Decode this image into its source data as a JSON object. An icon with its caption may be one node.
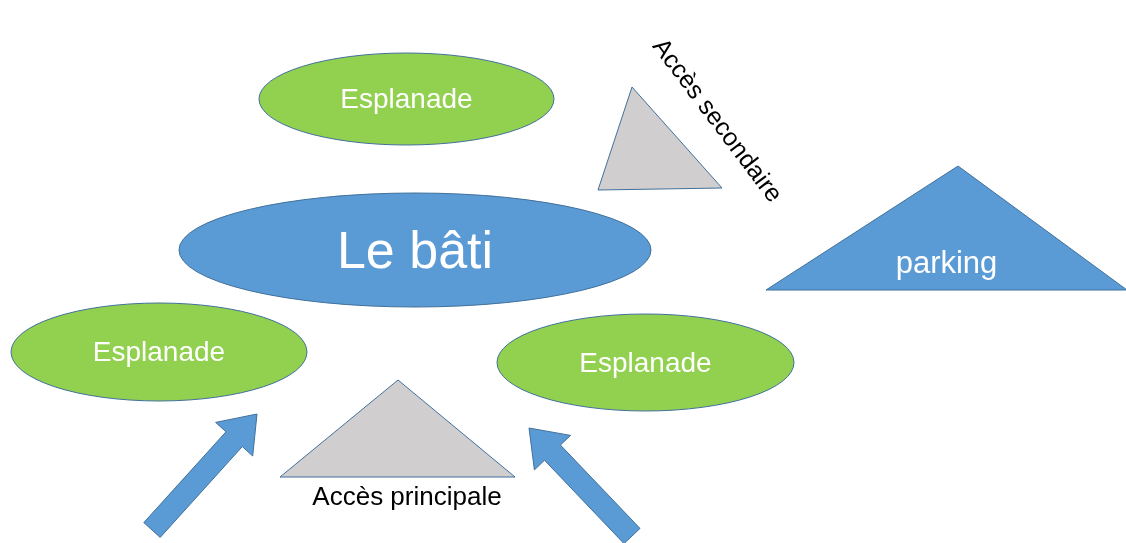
{
  "diagram": {
    "nodes": [
      {
        "text": [
          "Esplanade"
        ]
      },
      {
        "text": [],
        "shape": "triangle",
        "beside": [
          "Accès secondaire"
        ]
      },
      {
        "text": [
          "Le bâti"
        ]
      },
      {
        "text": [
          "parking"
        ]
      },
      {
        "text": [
          "Esplanade"
        ]
      },
      {
        "text": [
          "Esplanade"
        ]
      },
      {
        "text": [
          "Accès principale"
        ]
      }
    ],
    "edges": [
      {
        "from": null,
        "to": 4,
        "arrow": "to",
        "style": "thick"
      },
      {
        "from": null,
        "to": 5,
        "arrow": "to",
        "style": "thick"
      }
    ]
  }
}
